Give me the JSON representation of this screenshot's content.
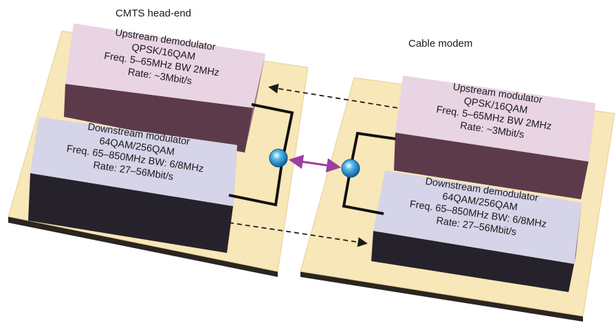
{
  "diagram": {
    "labels": {
      "cmts": "CMTS head-end",
      "modem": "Cable modem"
    },
    "blocks": {
      "upstream_demod": [
        "Upstream demodulator",
        "QPSK/16QAM",
        "Freq. 5–65MHz BW 2MHz",
        "Rate: ~3Mbit/s"
      ],
      "downstream_mod": [
        "Downstream modulator",
        "64QAM/256QAM",
        "Freq. 65–850MHz BW: 6/8MHz",
        "Rate: 27–56Mbit/s"
      ],
      "upstream_mod": [
        "Upstream modulator",
        "QPSK/16QAM",
        "Freq. 5–65MHz BW 2MHz",
        "Rate: ~3Mbit/s"
      ],
      "downstream_demod": [
        "Downstream demodulator",
        "64QAM/256QAM",
        "Freq. 65–850MHz BW: 6/8MHz",
        "Rate: 27–56Mbit/s"
      ]
    },
    "colors": {
      "board": "#f8e7b8",
      "board_shadow": "#2b2520",
      "upstream_top": "#e9d4e4",
      "upstream_front": "#5c3a4a",
      "upstream_side": "#a26d88",
      "downstream_top": "#d6d4e8",
      "downstream_front": "#26222c",
      "downstream_side": "#7a7590",
      "link": "#9b3fa0",
      "node": "#1e88c8"
    }
  }
}
